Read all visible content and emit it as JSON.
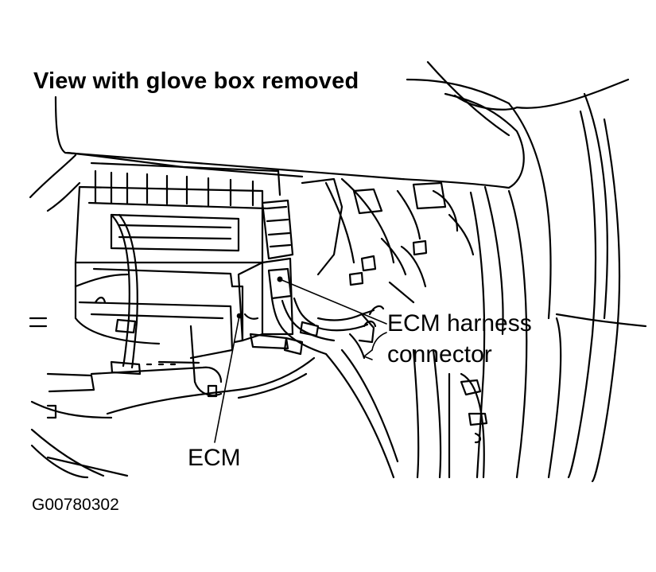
{
  "title": "View with glove box removed",
  "callouts": {
    "harness_line1": "ECM harness",
    "harness_line2": "connector",
    "ecm": "ECM"
  },
  "figure_code": "G00780302",
  "colors": {
    "ink": "#000000",
    "paper": "#ffffff"
  }
}
